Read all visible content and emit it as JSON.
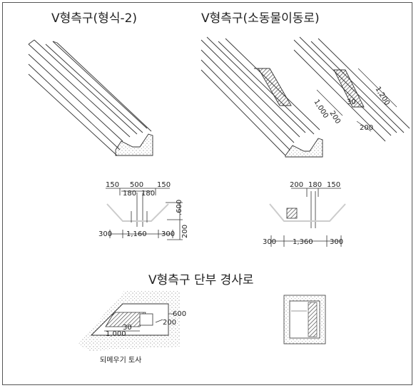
{
  "titles": {
    "type2": "V형측구(형식-2)",
    "animal": "V형측구(소동물이동로)",
    "end_slope": "V형측구 단부 경사로"
  },
  "type2_section": {
    "top": [
      "150",
      "500",
      "150"
    ],
    "inner": [
      "180",
      "180"
    ],
    "bottom": [
      "300",
      "1,160",
      "300"
    ],
    "depth": ".600",
    "base": "200"
  },
  "animal_perspective": {
    "d1200": "1,200",
    "d30": "30",
    "d1000": "1,000",
    "d200a": "200",
    "d200b": "200"
  },
  "animal_section": {
    "top": [
      "200",
      "180",
      "150"
    ],
    "bottom": [
      "300",
      "1,360",
      "300"
    ]
  },
  "end_slope_plan": {
    "d600": "600",
    "d200": "200",
    "d30": "30",
    "d1000": "1,000",
    "caption": "되메우기 토사"
  }
}
